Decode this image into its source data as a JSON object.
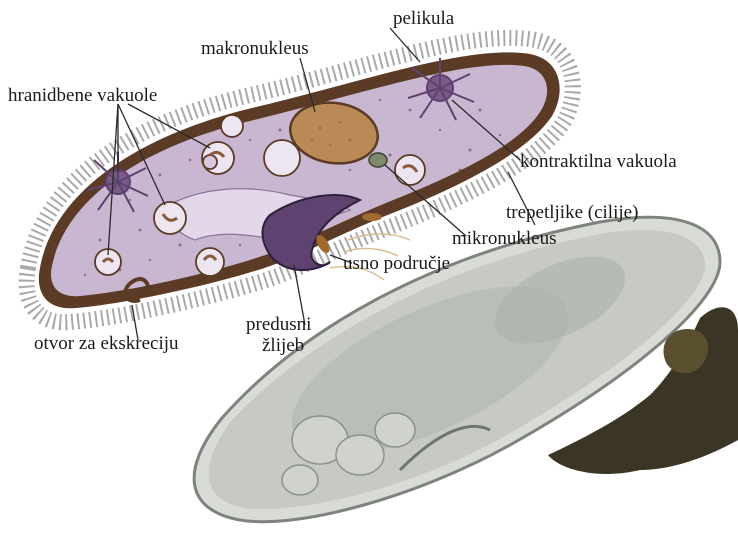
{
  "labels": {
    "pelicle": "pelikula",
    "macronucleus": "makronukleus",
    "food_vacuoles": "hranidbene vakuole",
    "contractile_vacuole": "kontraktilna vakuola",
    "cilia": "trepetljike (cilije)",
    "micronucleus": "mikronukleus",
    "oral_area": "usno područje",
    "oral_groove_line1": "predusni",
    "oral_groove_line2": "žlijeb",
    "excretory_pore": "otvor za ekskreciju"
  },
  "colors": {
    "cytoplasm": "#c9b7d2",
    "membrane": "#5b3b25",
    "macronucleus": "#b98a56",
    "vacuole": "#7a5a86",
    "groove": "#5e4270",
    "micrograph": "#c3c7c2"
  }
}
